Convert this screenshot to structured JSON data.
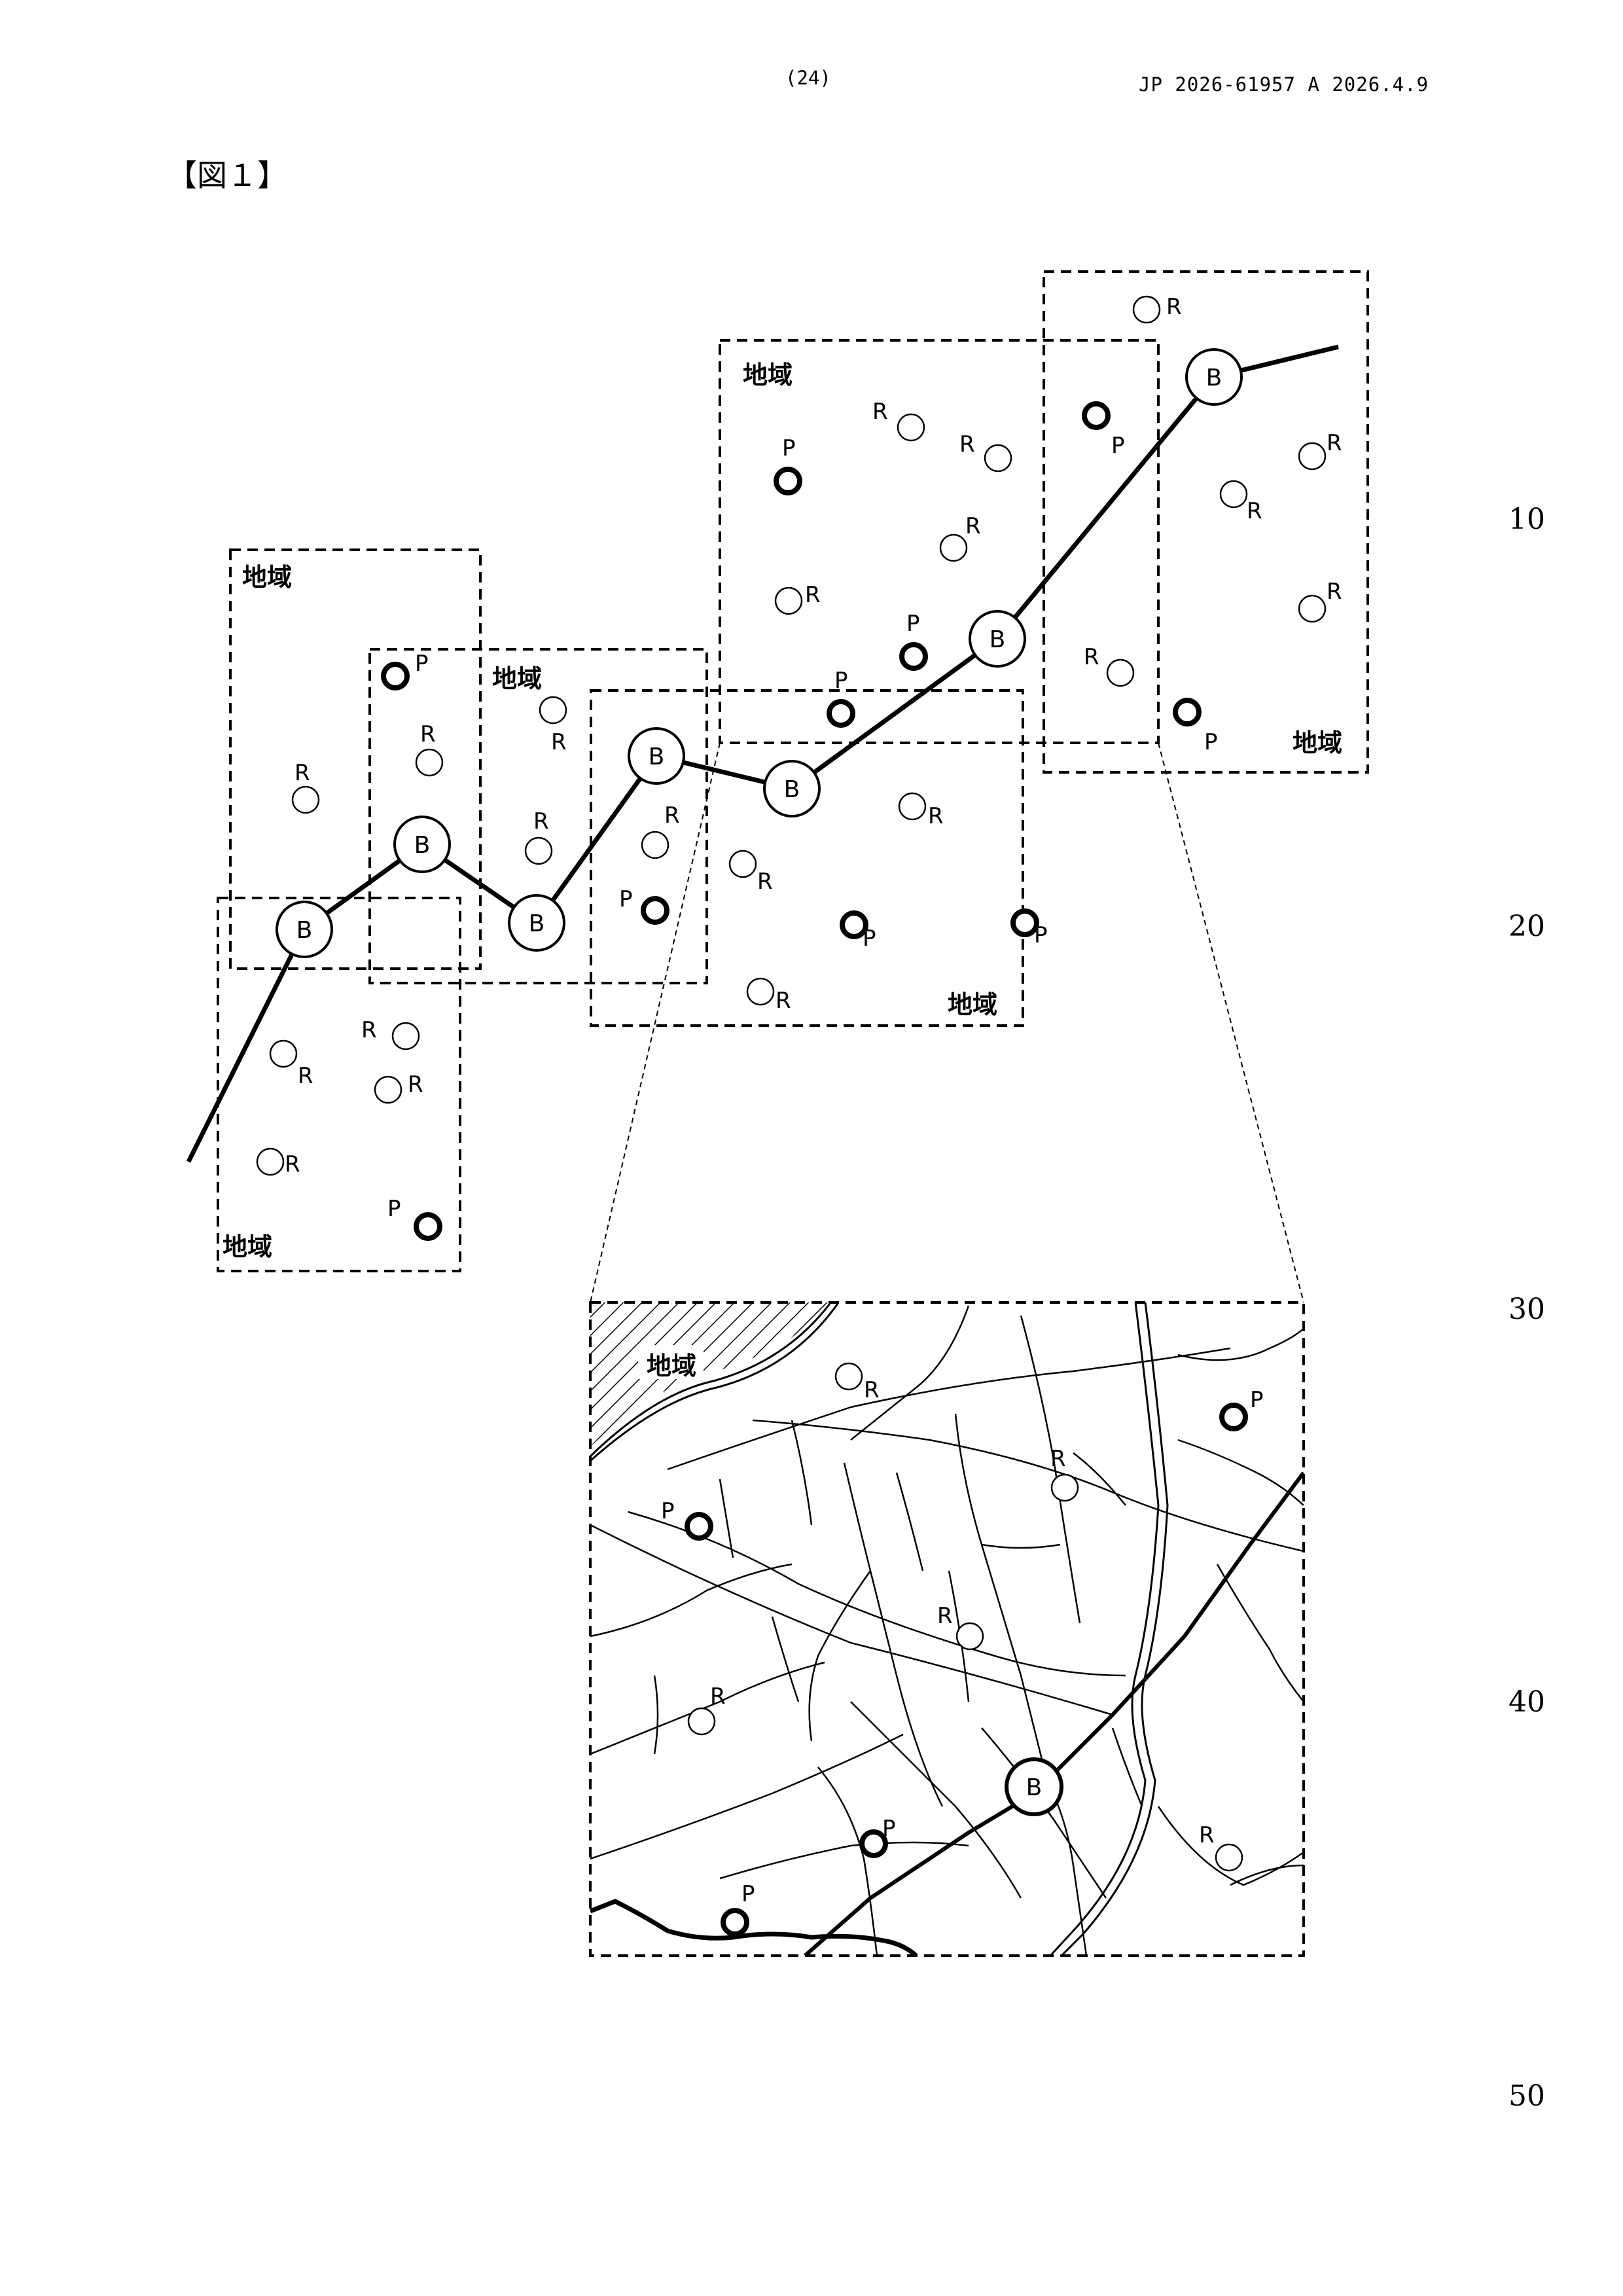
{
  "header": {
    "page_number": "(24)",
    "publication": "JP  2026-61957  A  2026.4.9"
  },
  "figure": {
    "label": "【図１】",
    "region_label": "地域",
    "station_label": "B",
    "poi_label": "P",
    "residence_label": "R",
    "zoom_region_label": "地域"
  },
  "line_numbers": [
    "10",
    "20",
    "30",
    "40",
    "50"
  ],
  "colors": {
    "ink": "#000000",
    "paper": "#ffffff"
  }
}
